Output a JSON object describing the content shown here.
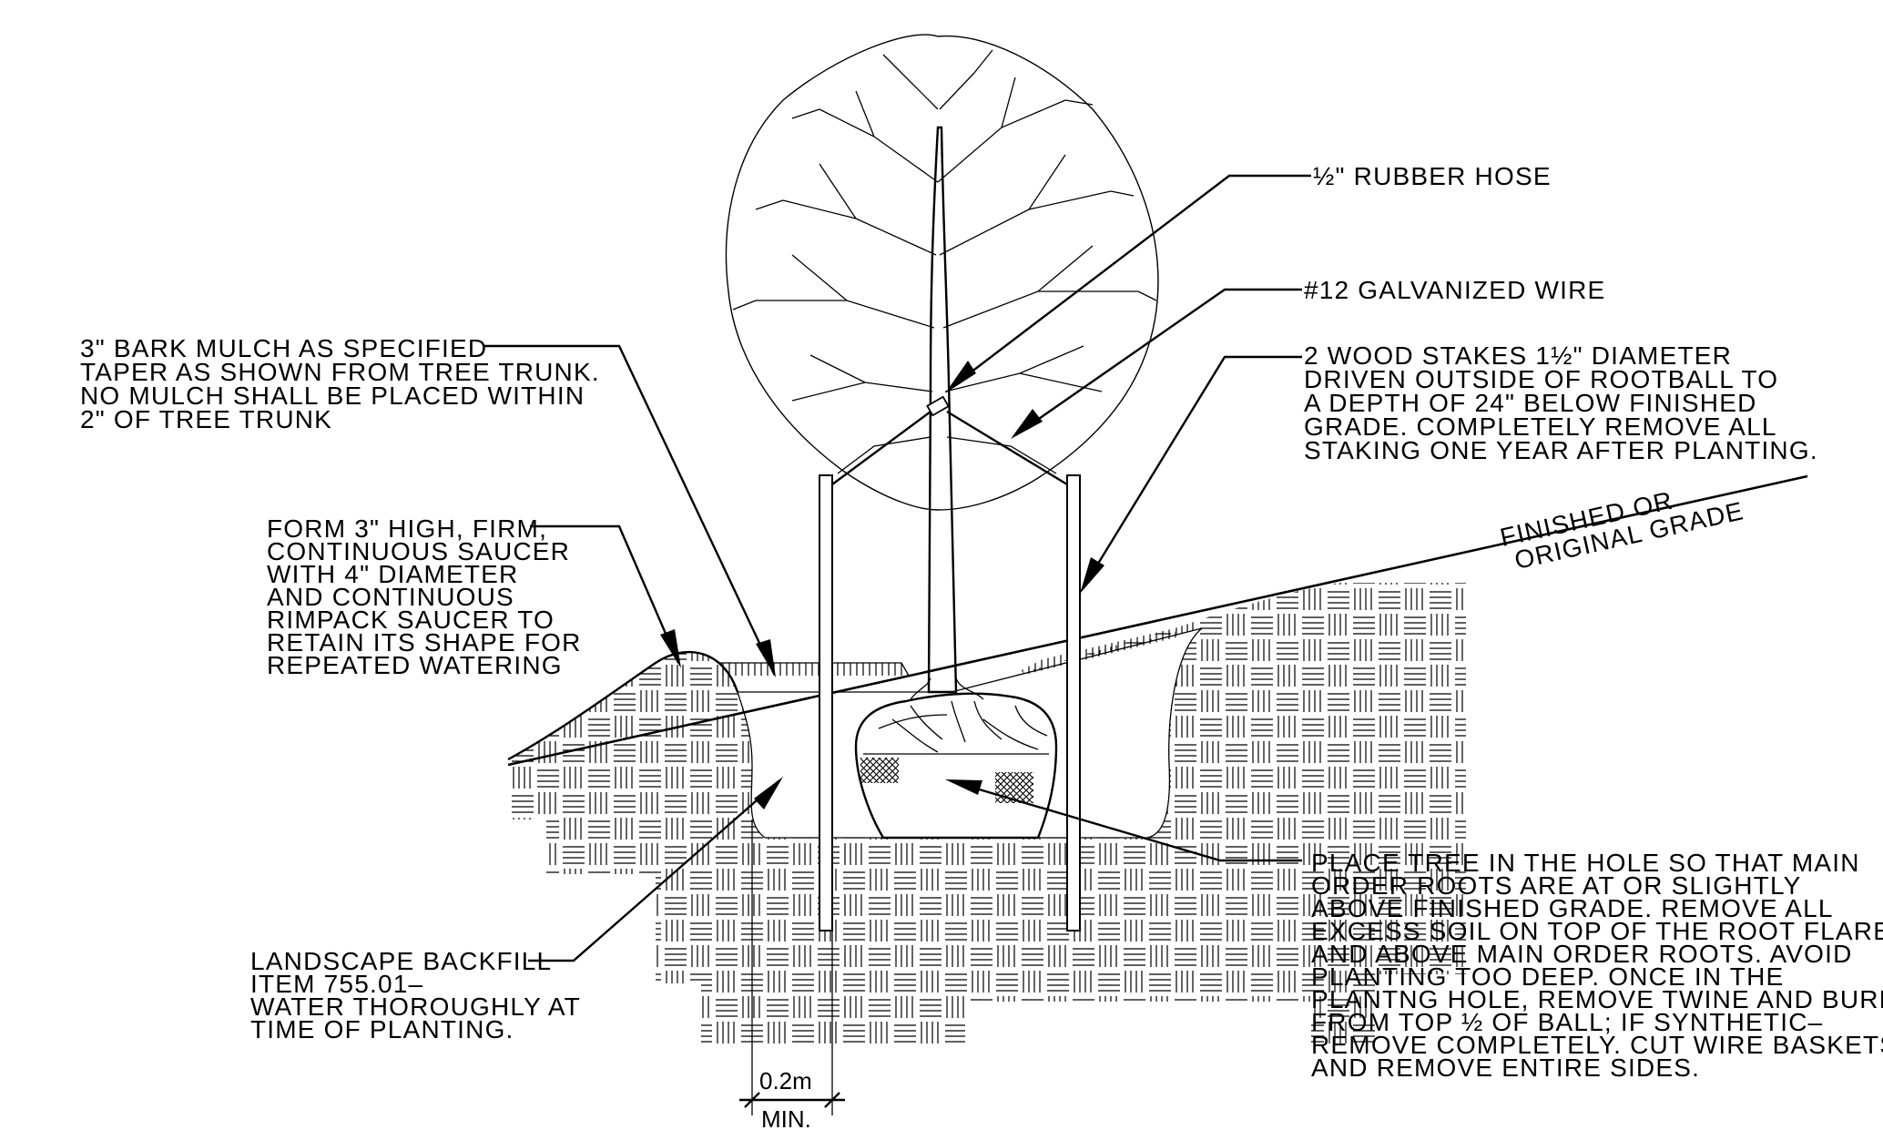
{
  "labels": {
    "rubber_hose": "½\" RUBBER HOSE",
    "galvanized_wire": "#12 GALVANIZED WIRE",
    "wood_stakes": [
      "2 WOOD STAKES 1½\" DIAMETER",
      "DRIVEN OUTSIDE OF ROOTBALL TO",
      "A DEPTH OF 24\"  BELOW FINISHED",
      "GRADE. COMPLETELY REMOVE ALL",
      "STAKING ONE YEAR AFTER PLANTING."
    ],
    "bark_mulch": [
      "3\" BARK MULCH AS SPECIFIED",
      "TAPER AS SHOWN FROM TREE TRUNK.",
      "NO MULCH SHALL BE PLACED WITHIN",
      "2\" OF TREE TRUNK"
    ],
    "saucer": [
      "FORM 3\" HIGH, FIRM,",
      "CONTINUOUS SAUCER",
      "WITH 4\" DIAMETER",
      "AND CONTINUOUS",
      "RIMPACK SAUCER TO",
      "RETAIN ITS SHAPE FOR",
      "REPEATED WATERING"
    ],
    "grade": [
      "FINISHED OR",
      "ORIGINAL GRADE"
    ],
    "place_tree": [
      "PLACE TREE IN THE HOLE SO THAT MAIN",
      "ORDER ROOTS ARE AT OR SLIGHTLY",
      "ABOVE FINISHED GRADE. REMOVE ALL",
      "EXCESS SOIL ON TOP OF THE ROOT FLARE",
      "AND ABOVE MAIN ORDER ROOTS. AVOID",
      "PLANTING TOO DEEP. ONCE IN THE",
      "PLANTNG HOLE, REMOVE TWINE AND BURLAP",
      "FROM TOP ½ OF BALL; IF SYNTHETIC–",
      "REMOVE COMPLETELY. CUT WIRE BASKETS",
      "AND REMOVE ENTIRE SIDES."
    ],
    "backfill": [
      "LANDSCAPE BACKFILL",
      "ITEM 755.01–",
      "WATER THOROUGHLY AT",
      "TIME OF PLANTING."
    ],
    "dimension_value": "0.2m",
    "dimension_qualifier": "MIN."
  },
  "colors": {
    "ink": "#000000",
    "background": "#ffffff"
  }
}
